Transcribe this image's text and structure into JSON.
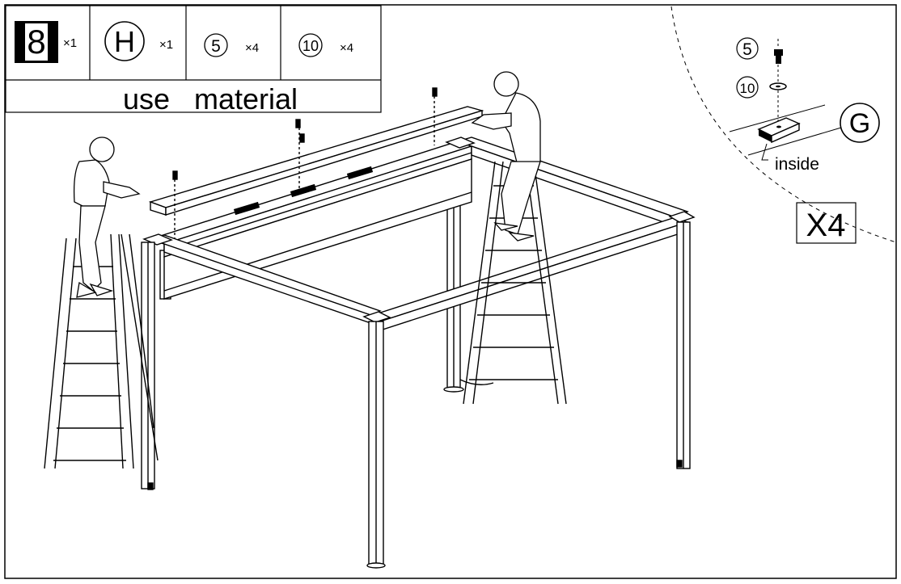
{
  "materials": {
    "items": [
      {
        "part": "8",
        "qty": "×1",
        "style": "box"
      },
      {
        "part": "H",
        "qty": "×1",
        "style": "circle"
      },
      {
        "part": "5",
        "qty": "×4",
        "style": "circle"
      },
      {
        "part": "10",
        "qty": "×4",
        "style": "circle"
      }
    ],
    "caption": "use   material"
  },
  "detail": {
    "bolt_label": "5",
    "washer_label": "10",
    "part_label": "G",
    "inside_label": "inside",
    "repeat_label": "X4"
  }
}
